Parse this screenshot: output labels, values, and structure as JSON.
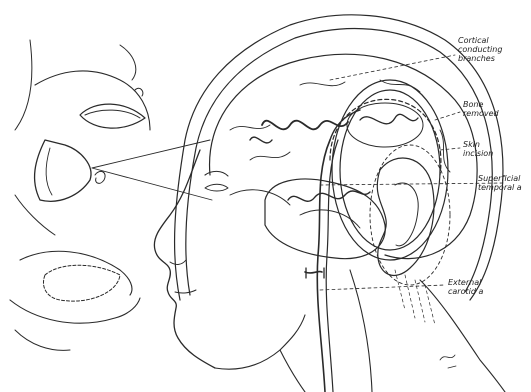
{
  "labels": {
    "cortical": "Cortical\nconducting\nbranches",
    "bone": "Bone\nremoved",
    "skin": "Skin\nincision",
    "superficial": "Superficial\ntemporal a",
    "external": "External\ncarotid a"
  },
  "colors": {
    "ink": "#2a2a2a",
    "paper": "#ffffff"
  }
}
